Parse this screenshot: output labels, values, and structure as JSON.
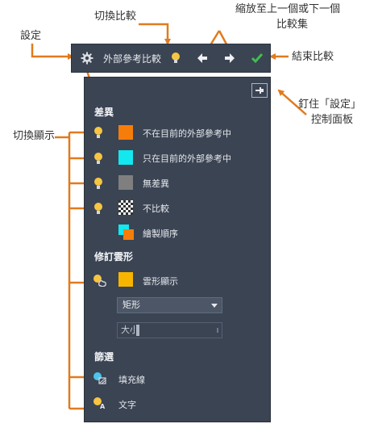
{
  "callouts": {
    "toggle_compare": "切換比較",
    "zoom_compare_set_line1": "縮放至上一個或下一個",
    "zoom_compare_set_line2": "比較集",
    "settings": "設定",
    "end_compare": "結束比較",
    "pin_line1": "釘住「設定」",
    "pin_line2": "控制面板",
    "toggle_display": "切換顯示"
  },
  "toolbar": {
    "label": "外部參考比較"
  },
  "panel": {
    "differences_header": "差異",
    "rows": [
      {
        "label": "不在目前的外部參考中",
        "color": "#f77d0a"
      },
      {
        "label": "只在目前的外部參考中",
        "color": "#12e8ee"
      },
      {
        "label": "無差異",
        "color": "#7f7f7f"
      },
      {
        "label": "不比較",
        "color": "checker"
      },
      {
        "label": "繪製順序",
        "color": "stacked"
      }
    ],
    "revcloud_header": "修訂雲形",
    "revcloud_label": "雲形顯示",
    "revcloud_color": "#f7b500",
    "shape_value": "矩形",
    "size_placeholder": "大小",
    "filter_header": "篩選",
    "hatch_label": "填充線",
    "text_label": "文字"
  },
  "colors": {
    "accent": "#e07b1f",
    "panel_bg": "#3b4453",
    "check": "#3fbf4f"
  }
}
